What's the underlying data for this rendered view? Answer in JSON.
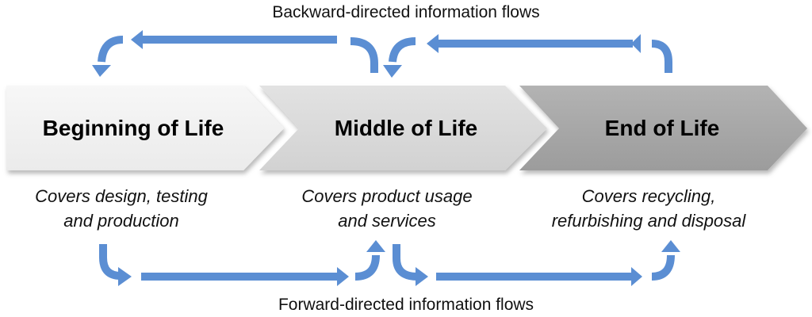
{
  "backward_flow": {
    "label": "Backward-directed information flows"
  },
  "forward_flow": {
    "label": "Forward-directed information flows"
  },
  "stages": [
    {
      "title": "Beginning of Life",
      "desc_line1": "Covers design, testing",
      "desc_line2": "and production"
    },
    {
      "title": "Middle of Life",
      "desc_line1": "Covers product usage",
      "desc_line2": "and services"
    },
    {
      "title": "End of Life",
      "desc_line1": "Covers recycling,",
      "desc_line2": "refurbishing and disposal"
    }
  ],
  "colors": {
    "arrow": "#5b8ed3",
    "stage1": "#f0f0f0",
    "stage2": "#d8d8d8",
    "stage3": "#a6a6a6"
  }
}
